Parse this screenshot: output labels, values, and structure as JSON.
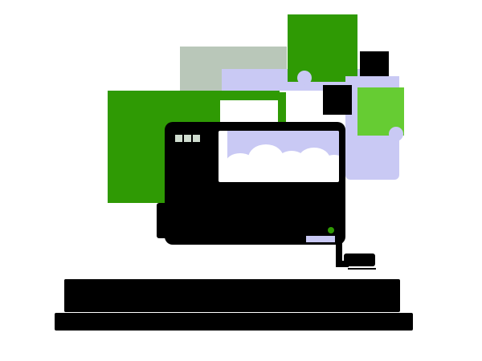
{
  "palette": {
    "dark_green": "#2f9a04",
    "bright_green": "#66cc33",
    "lavender": "#c9c9f4",
    "gray_green": "#b9c7b9",
    "black": "#000000",
    "white": "#ffffff",
    "window_dot_gray": "#cfdccf"
  },
  "illustration": {
    "window_dots_count": 3,
    "power_led_color": "#2f9a04",
    "icons": [
      "laptop",
      "clouds",
      "power-plug"
    ]
  },
  "caption": {
    "line1_text": "█████████████████████████████████████",
    "line2_text": "主███████████████████████████████████████资",
    "line2_first_char": "主",
    "line2_last_char": "资",
    "legibility": "merged"
  }
}
